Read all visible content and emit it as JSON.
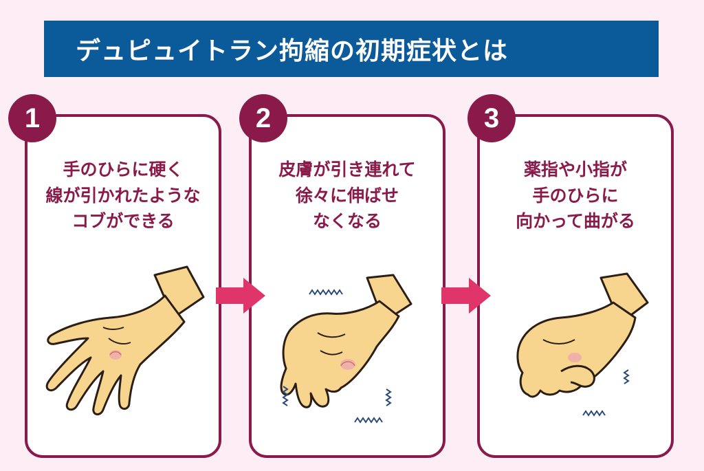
{
  "title": "デュピュイトラン拘縮の初期症状とは",
  "steps": [
    {
      "number": "1",
      "lines": [
        "手のひらに硬く",
        "線が引かれたような",
        "コブができる"
      ]
    },
    {
      "number": "2",
      "lines": [
        "皮膚が引き連れて",
        "徐々に伸ばせ",
        "なくなる"
      ]
    },
    {
      "number": "3",
      "lines": [
        "薬指や小指が",
        "手のひらに",
        "向かって曲がる"
      ]
    }
  ],
  "colors": {
    "background": "#fdeef6",
    "title_bar": "#0b5a99",
    "accent": "#8a1a4a",
    "arrow": "#e0356b",
    "skin": "#f8d58f",
    "skin_outline": "#2b1e14",
    "nodule": "#f0b2a8"
  },
  "icons": [
    "open-palm-hand-icon",
    "tight-skin-hand-icon",
    "bent-fingers-hand-icon",
    "right-arrow-icon"
  ]
}
